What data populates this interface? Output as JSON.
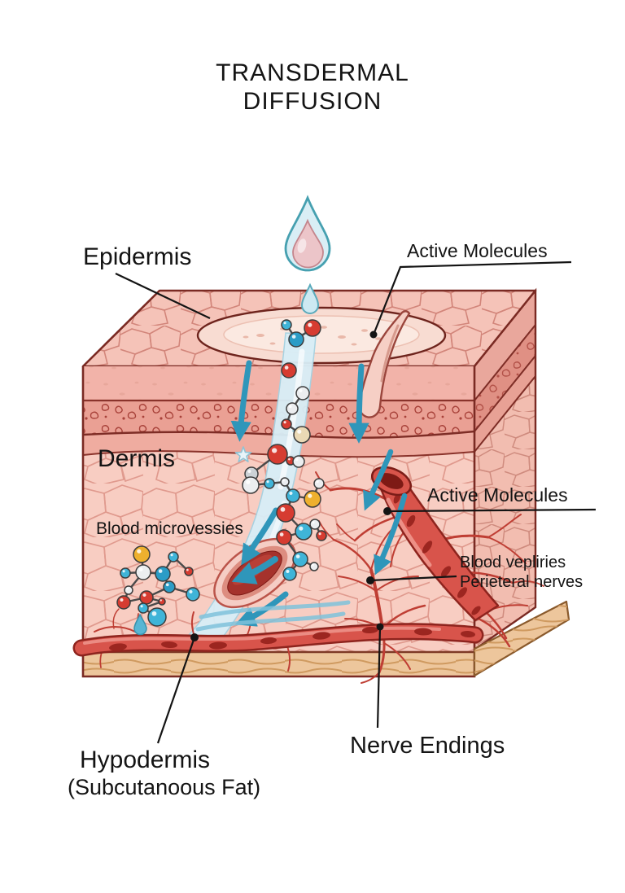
{
  "title": {
    "line1": "TRANSDERMAL",
    "line2": "DIFFUSION"
  },
  "labels": {
    "epidermis": "Epidermis",
    "active_molecules_top": "Active Molecules",
    "dermis": "Dermis",
    "blood_microvessels": "Blood microvessies",
    "active_molecules_mid": "Active Molecules",
    "capillaries_line1": "Blood vepliries",
    "capillaries_line2": "Perieteral nerves",
    "nerve_endings": "Nerve Endings",
    "hypodermis_line1": "Hypodermis",
    "hypodermis_line2": "(Subcutanoous Fat)"
  },
  "colors": {
    "ink": "#141414",
    "background": "#ffffff",
    "droplet_fill": "#d9eef5",
    "droplet_stroke": "#46a0b0",
    "droplet_inner": "#ecc5c9",
    "arrow_teal": "#2f96ba",
    "channel_blue": "#d8eef7",
    "skin_top": "#f5c3b8",
    "epidermis_band": "#f2b3a9",
    "stratum_band": "#eaa094",
    "dermis_fill": "#f8cdc2",
    "fat_band": "#edc69c",
    "vessel_red": "#d8544b",
    "vessel_dark": "#8e241e",
    "outline_dark": "#7a2a23"
  }
}
